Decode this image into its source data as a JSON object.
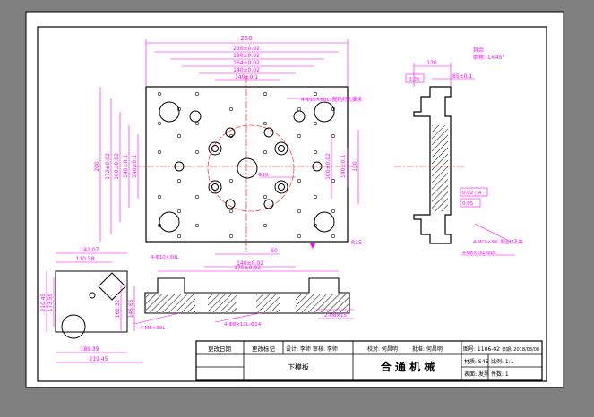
{
  "colors": {
    "canvas_bg": "#808080",
    "paper": "#ffffff",
    "line": "#000000",
    "dim": "#ff00ff",
    "center": "#ff0000",
    "hatch": "#000000"
  },
  "plan_view": {
    "overall_width": "250",
    "dims_top": [
      "230±0.02",
      "190±0.02",
      "164±0.02",
      "140±0.02",
      "140±0.1"
    ],
    "dims_left": [
      "200",
      "172±0.02",
      "160±0.02",
      "146±0.1",
      "140±0.1"
    ],
    "dims_right": [
      "120",
      "140±0.1",
      "100±0.02"
    ],
    "dims_bottom": [
      "140±0.02",
      "50"
    ],
    "hole_callouts": [
      "4-Φ10×60L, 配钻打孔要求",
      "4-Φ10×30L",
      "R15",
      "Φ20"
    ]
  },
  "side_view": {
    "width_top": "130",
    "shoulder": "85±0.1",
    "tolerance_boxes": [
      "0.05",
      "0.02 | A",
      "0.05"
    ],
    "note_chamfer_1": "其余",
    "note_chamfer_2": "倒角: 1×45°",
    "callout_bottom_1": "4-M10×30L 配合打孔等",
    "callout_bottom_2": "4-Φ8×16L-Φ16"
  },
  "bottom_view": {
    "left_dims": [
      "141.07",
      "110.58",
      "210.45",
      "173.59",
      "162.32",
      "146.65"
    ],
    "bottom_dims": [
      "189.39",
      "219.45"
    ],
    "section_dims": [
      "175±0.02",
      "4-M8×30L",
      "4-Φ8×12L-Φ14",
      "2-Φ8×15"
    ]
  },
  "title_block": {
    "revision_date": "更改日期",
    "revision_mark": "更改标记",
    "design": "设计: 李师",
    "check": "审核: 李师",
    "approve": "批准: 何昌明",
    "proofread": "校对: 何昌明",
    "drawing_no": "图号: 1106-02",
    "date": "日期: 2018/08/08",
    "part_name": "下模板",
    "company": "合 通 机 械",
    "material": "材质: S45",
    "scale": "比例: 1:1",
    "count": "件数: 1",
    "surface": "表面: 发黑"
  }
}
